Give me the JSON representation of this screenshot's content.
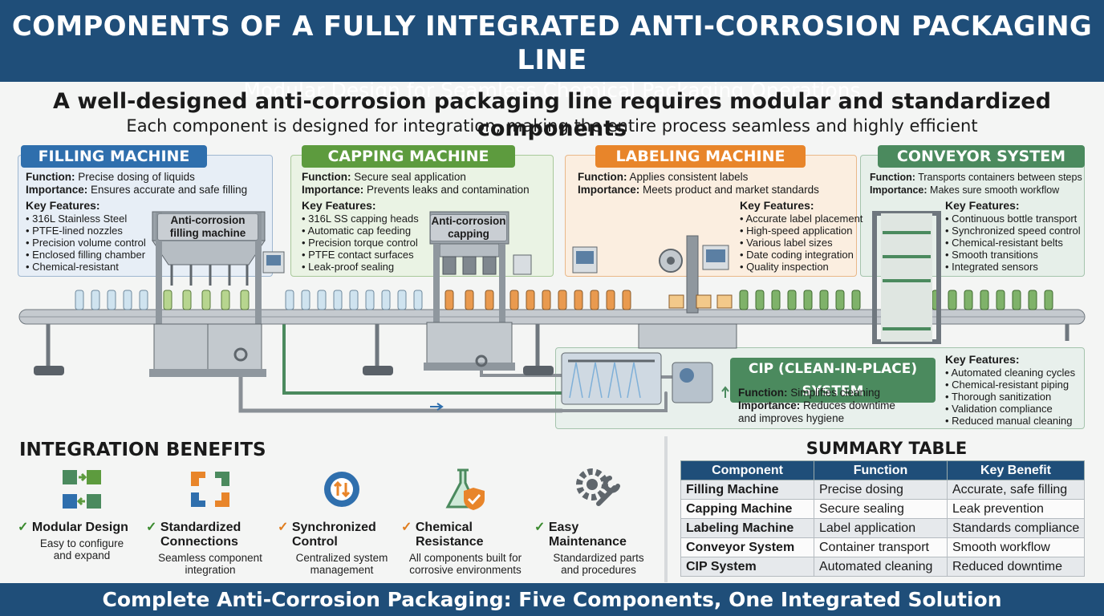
{
  "header": {
    "title": "COMPONENTS OF A FULLY INTEGRATED ANTI-CORROSION PACKAGING LINE",
    "subtitle": "Modular Design for Seamless Chemical Packaging Operations"
  },
  "intro": {
    "headline": "A well-designed anti-corrosion packaging line requires modular and standardized components",
    "subline": "Each component is designed for integration, making the entire process seamless and highly efficient"
  },
  "colors": {
    "navy": "#1f4e79",
    "blue": "#2f6fad",
    "green": "#5d9b3e",
    "orange": "#e8852a",
    "teal": "#4b8a5e"
  },
  "filling": {
    "title": "FILLING MACHINE",
    "function_label": "Function:",
    "function": "Precise dosing of liquids",
    "importance_label": "Importance:",
    "importance": "Ensures accurate and safe filling",
    "features_label": "Key Features:",
    "features": [
      "316L Stainless Steel",
      "PTFE-lined nozzles",
      "Precision volume control",
      "Enclosed filling chamber",
      "Chemical-resistant"
    ],
    "machine_label": "Anti-corrosion filling machine"
  },
  "capping": {
    "title": "CAPPING MACHINE",
    "function_label": "Function:",
    "function": "Secure seal application",
    "importance_label": "Importance:",
    "importance": "Prevents leaks and contamination",
    "features_label": "Key Features:",
    "features": [
      "316L SS capping heads",
      "Automatic cap feeding",
      "Precision torque control",
      "PTFE contact surfaces",
      "Leak-proof sealing"
    ],
    "machine_label": "Anti-corrosion capping"
  },
  "labeling": {
    "title": "LABELING MACHINE",
    "function_label": "Function:",
    "function": "Applies consistent labels",
    "importance_label": "Importance:",
    "importance": "Meets product and market standards",
    "features_label": "Key Features:",
    "features": [
      "Accurate label placement",
      "High-speed application",
      "Various label sizes",
      "Date coding integration",
      "Quality inspection"
    ]
  },
  "conveyor": {
    "title": "CONVEYOR SYSTEM",
    "function_label": "Function:",
    "function": "Transports containers between steps",
    "importance_label": "Importance:",
    "importance": "Makes sure smooth workflow",
    "features_label": "Key Features:",
    "features": [
      "Continuous bottle transport",
      "Synchronized speed control",
      "Chemical-resistant belts",
      "Smooth transitions",
      "Integrated sensors"
    ]
  },
  "cip": {
    "title": "CIP (CLEAN-IN-PLACE) SYSTEM",
    "function_label": "Function:",
    "function": "Simplifies cleaning",
    "importance_label": "Importance:",
    "importance": "Reduces downtime",
    "importance_cont": "and improves hygiene",
    "features_label": "Key Features:",
    "features": [
      "Automated cleaning cycles",
      "Chemical-resistant piping",
      "Thorough sanitization",
      "Validation compliance",
      "Reduced manual cleaning"
    ]
  },
  "integration": {
    "title": "INTEGRATION BENEFITS",
    "benefits": [
      {
        "title": "Modular Design",
        "desc1": "Easy to configure",
        "desc2": "and expand",
        "icon": "modular-icon"
      },
      {
        "title": "Standardized",
        "title2": "Connections",
        "desc1": "Seamless component",
        "desc2": "integration",
        "icon": "connections-icon"
      },
      {
        "title": "Synchronized",
        "title2": "Control",
        "desc1": "Centralized system",
        "desc2": "management",
        "icon": "sync-gear-icon"
      },
      {
        "title": "Chemical",
        "title2": "Resistance",
        "desc1": "All components built for",
        "desc2": "corrosive environments",
        "icon": "flask-shield-icon"
      },
      {
        "title": "Easy",
        "title2": "Maintenance",
        "desc1": "Standardized parts",
        "desc2": "and procedures",
        "icon": "wrench-gear-icon"
      }
    ]
  },
  "summary": {
    "title": "SUMMARY TABLE",
    "headers": [
      "Component",
      "Function",
      "Key Benefit"
    ],
    "rows": [
      [
        "Filling Machine",
        "Precise dosing",
        "Accurate, safe filling"
      ],
      [
        "Capping Machine",
        "Secure sealing",
        "Leak prevention"
      ],
      [
        "Labeling Machine",
        "Label application",
        "Standards compliance"
      ],
      [
        "Conveyor System",
        "Container transport",
        "Smooth workflow"
      ],
      [
        "CIP System",
        "Automated cleaning",
        "Reduced downtime"
      ]
    ]
  },
  "footer": {
    "text": "Complete Anti-Corrosion Packaging: Five Components, One Integrated Solution"
  }
}
